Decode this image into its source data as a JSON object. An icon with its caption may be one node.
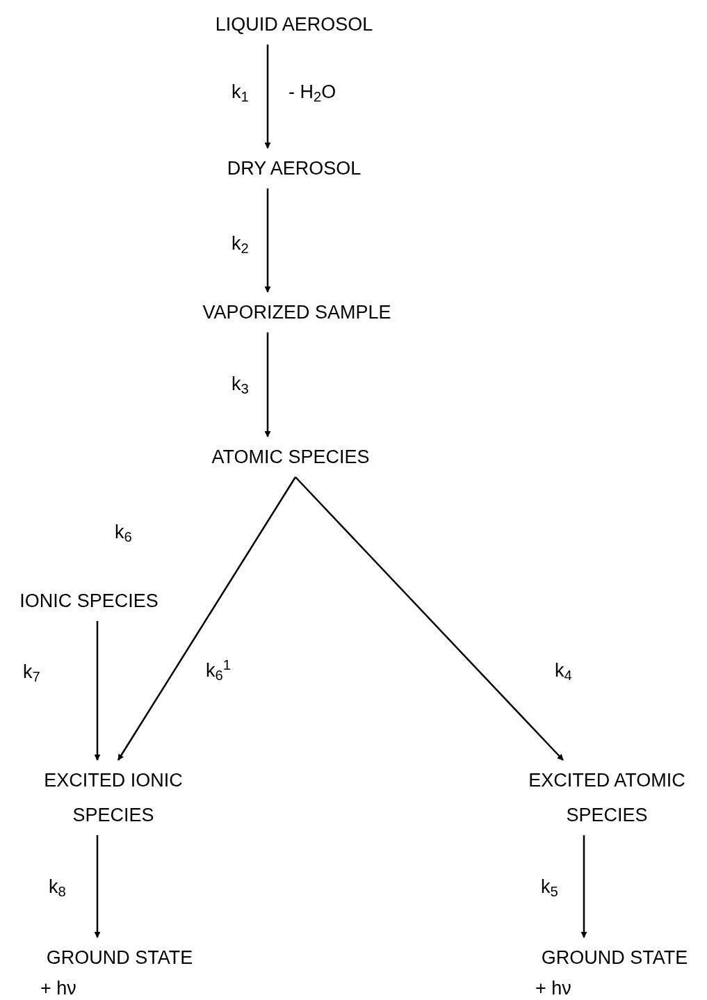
{
  "diagram": {
    "nodes": [
      {
        "text": [
          "LIQUID AEROSOL"
        ]
      },
      {
        "text": [
          "DRY AEROSOL"
        ]
      },
      {
        "text": [
          "VAPORIZED SAMPLE"
        ]
      },
      {
        "text": [
          "ATOMIC SPECIES"
        ]
      },
      {
        "text": [
          "IONIC SPECIES"
        ]
      },
      {
        "text": [
          "EXCITED IONIC SPECIES"
        ]
      },
      {
        "text": [
          "EXCITED ATOMIC SPECIES"
        ]
      },
      {
        "text": [
          "GROUND STATE"
        ],
        "beside": [
          "+ hν"
        ]
      },
      {
        "text": [
          "GROUND STATE"
        ],
        "beside": [
          "+ hν"
        ]
      }
    ],
    "edges": [
      {
        "from": 0,
        "to": 1,
        "arrow": "to",
        "label": "k$_{1}$"
      },
      {
        "from": 1,
        "to": 2,
        "arrow": "to",
        "label": "k$_{2}$"
      },
      {
        "from": 2,
        "to": 3,
        "arrow": "to",
        "label": "k$_{3}$"
      },
      {
        "from": 3,
        "to": 5,
        "arrow": "to",
        "label": "k$_{6}$$^{1}$"
      },
      {
        "from": 3,
        "to": 6,
        "arrow": "to",
        "label": "k$_{4}$"
      },
      {
        "from": 4,
        "to": 5,
        "arrow": "to",
        "label": "k$_{7}$"
      },
      {
        "from": 5,
        "to": 7,
        "arrow": "to",
        "label": "k$_{8}$"
      },
      {
        "from": 6,
        "to": 8,
        "arrow": "to",
        "label": "k$_{5}$"
      }
    ],
    "labels": [
      "- H$_{2}$O",
      "k$_{6}$"
    ]
  }
}
